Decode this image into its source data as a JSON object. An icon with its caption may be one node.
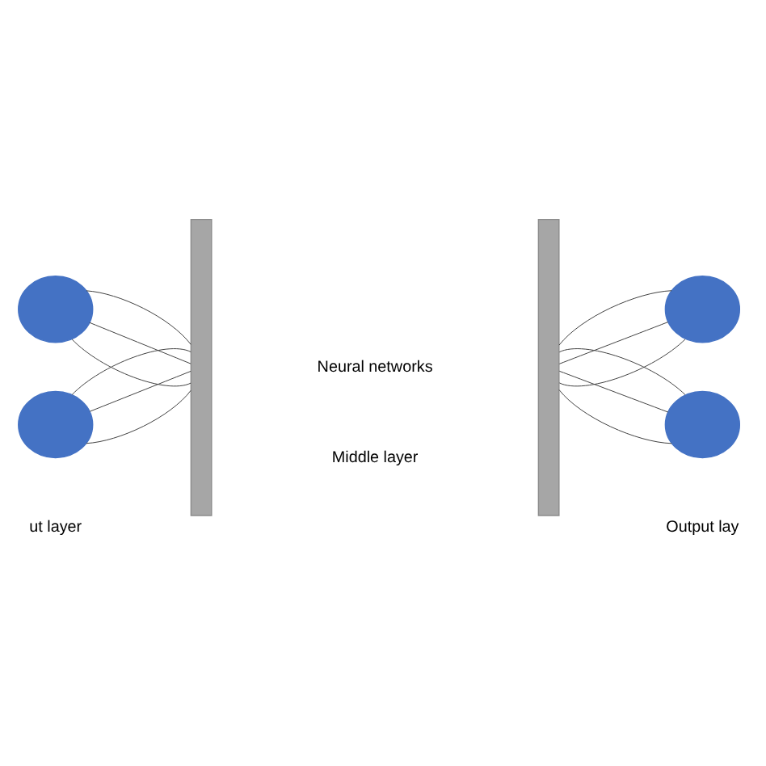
{
  "diagram": {
    "nodes": [
      {
        "text": [],
        "shape": "circle"
      },
      {
        "text": [],
        "shape": "circle"
      },
      {
        "text": [],
        "shape": "bar"
      },
      {
        "text": [],
        "shape": "bar"
      },
      {
        "text": [],
        "shape": "circle"
      },
      {
        "text": [],
        "shape": "circle"
      }
    ],
    "edges": [
      {
        "from": 0,
        "to": 2,
        "arrow": "none"
      },
      {
        "from": 0,
        "to": 2,
        "arrow": "none"
      },
      {
        "from": 0,
        "to": 2,
        "arrow": "none"
      },
      {
        "from": 1,
        "to": 2,
        "arrow": "none"
      },
      {
        "from": 1,
        "to": 2,
        "arrow": "none"
      },
      {
        "from": 1,
        "to": 2,
        "arrow": "none"
      },
      {
        "from": 3,
        "to": 4,
        "arrow": "none"
      },
      {
        "from": 3,
        "to": 4,
        "arrow": "none"
      },
      {
        "from": 3,
        "to": 4,
        "arrow": "none"
      },
      {
        "from": 3,
        "to": 5,
        "arrow": "none"
      },
      {
        "from": 3,
        "to": 5,
        "arrow": "none"
      },
      {
        "from": 3,
        "to": 5,
        "arrow": "none"
      }
    ],
    "labels": [
      "Neural networks",
      "ut layer",
      "Middle layer",
      "Output lay"
    ]
  }
}
